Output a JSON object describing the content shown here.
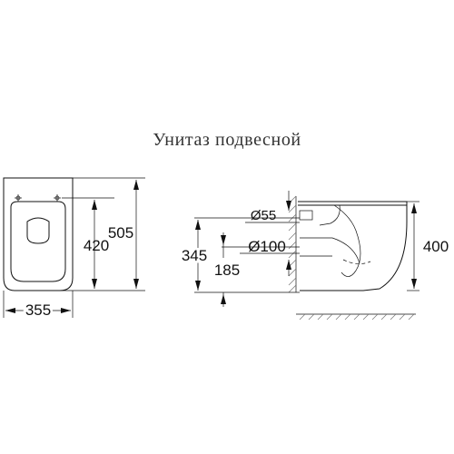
{
  "title": "Унитаз подвесной",
  "front_view": {
    "width_label": "355",
    "height_total_label": "505",
    "height_bowl_label": "420"
  },
  "side_view": {
    "height_label": "400",
    "inlet_height_label": "345",
    "outlet_height_label": "185",
    "inlet_diameter_label": "Ø55",
    "outlet_diameter_label": "Ø100"
  }
}
